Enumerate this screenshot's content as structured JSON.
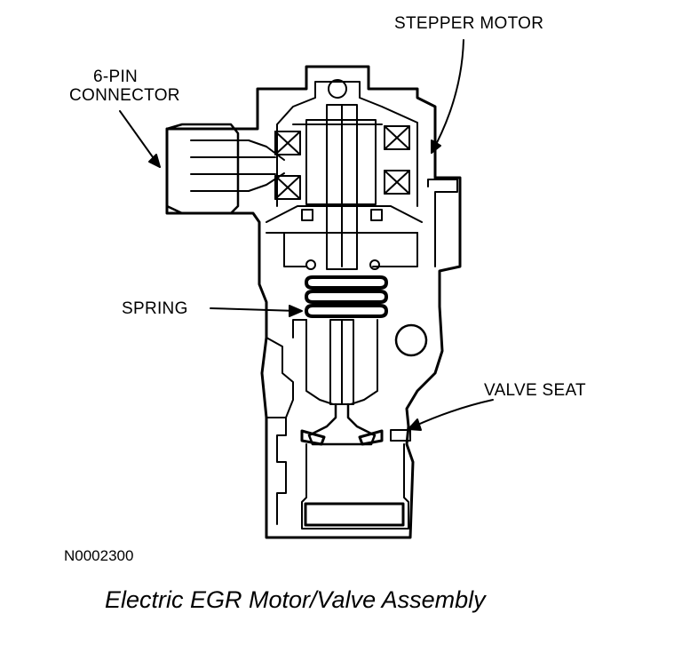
{
  "labels": {
    "connector_line1": "6-PIN",
    "connector_line2": "CONNECTOR",
    "stepper_motor": "STEPPER MOTOR",
    "spring": "SPRING",
    "valve_seat": "VALVE SEAT",
    "figure_code": "N0002300",
    "caption": "Electric EGR Motor/Valve Assembly"
  }
}
